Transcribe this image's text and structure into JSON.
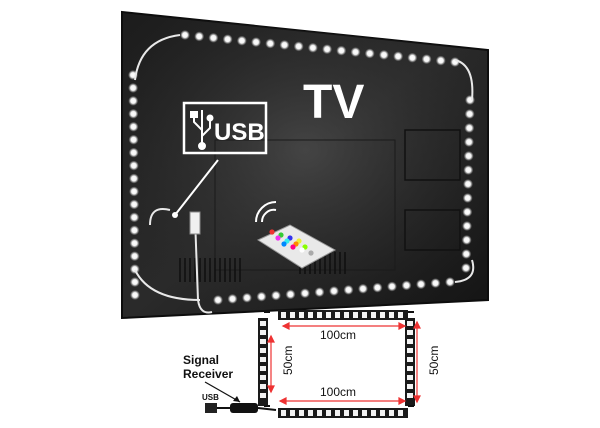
{
  "tv_label": "TV",
  "usb_badge": {
    "label": "USB",
    "icon": "usb-icon"
  },
  "diagram": {
    "top_length": "100cm",
    "bottom_length": "100cm",
    "left_length": "50cm",
    "right_length": "50cm",
    "signal_receiver": "Signal\nReceiver",
    "usb_plug_label": "USB"
  }
}
